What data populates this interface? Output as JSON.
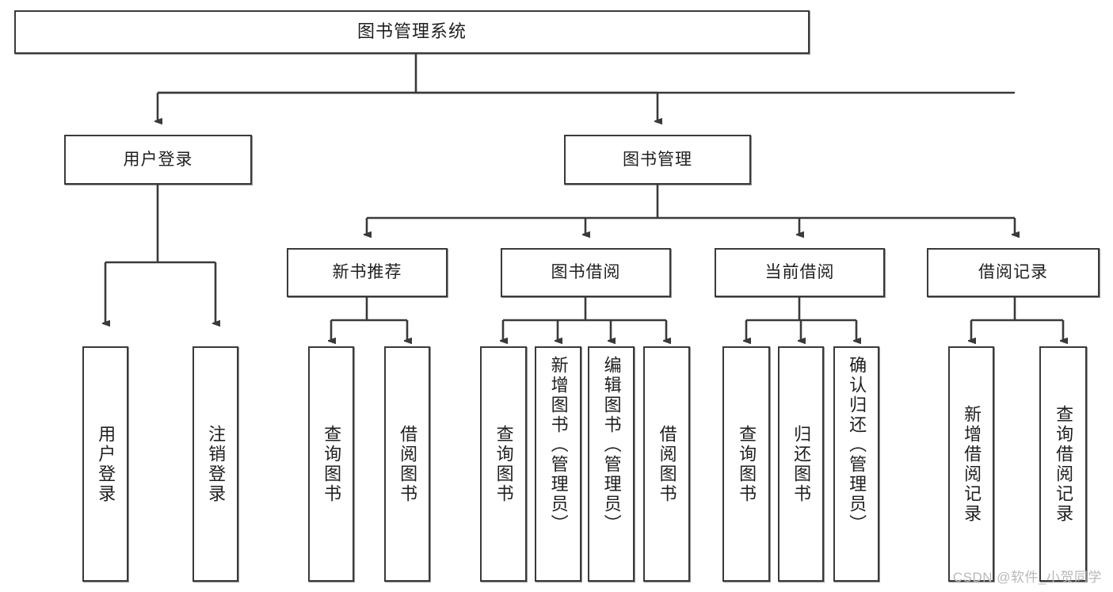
{
  "diagram": {
    "title": "图书管理系统",
    "type": "tree-hierarchy",
    "root": {
      "label": "图书管理系统"
    },
    "level2": [
      {
        "label": "用户登录"
      },
      {
        "label": "图书管理"
      }
    ],
    "level3": [
      {
        "label": "新书推荐"
      },
      {
        "label": "图书借阅"
      },
      {
        "label": "当前借阅"
      },
      {
        "label": "借阅记录"
      }
    ],
    "leaves": {
      "user_login": [
        {
          "label": "用户登录"
        },
        {
          "label": "注销登录"
        }
      ],
      "new_book_recommend": [
        {
          "label": "查询图书"
        },
        {
          "label": "借阅图书"
        }
      ],
      "book_borrow": [
        {
          "label": "查询图书"
        },
        {
          "label": "新增图书（管理员）"
        },
        {
          "label": "编辑图书（管理员）"
        },
        {
          "label": "借阅图书"
        }
      ],
      "current_borrow": [
        {
          "label": "查询图书"
        },
        {
          "label": "归还图书"
        },
        {
          "label": "确认归还（管理员）"
        }
      ],
      "borrow_record": [
        {
          "label": "新增借阅记录"
        },
        {
          "label": "查询借阅记录"
        }
      ]
    }
  },
  "watermark": {
    "text": "CSDN @软件_小贺同学"
  },
  "colors": {
    "stroke": "#3a3a3a",
    "box_fill": "#ffffff",
    "text": "#1f1f1f",
    "watermark": "#b9b9b9"
  }
}
